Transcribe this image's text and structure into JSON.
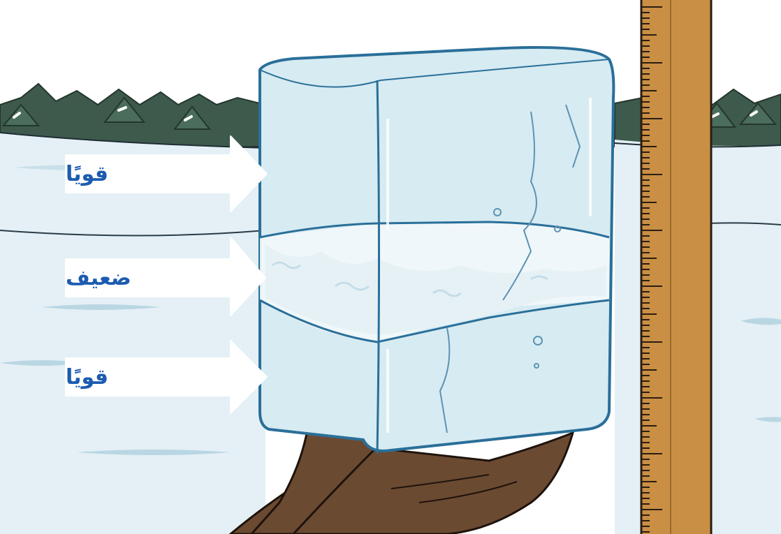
{
  "labels": {
    "top": "قويًا",
    "middle": "ضعيف",
    "bottom": "قويًا"
  },
  "colors": {
    "label_text": "#1c5bb0",
    "callout_fill": "#ffffff",
    "snow": "#e4f0f5",
    "sky": "#ffffff",
    "ice": "#cfe7ef",
    "ice_outline": "#2a6f99",
    "ruler": "#c98f45",
    "skin": "#6b4a32",
    "sleeve": "#7a5230"
  },
  "icons": [
    "callout-arrow-icon",
    "ice-block",
    "ruler",
    "gloved-hand",
    "pine-trees"
  ]
}
